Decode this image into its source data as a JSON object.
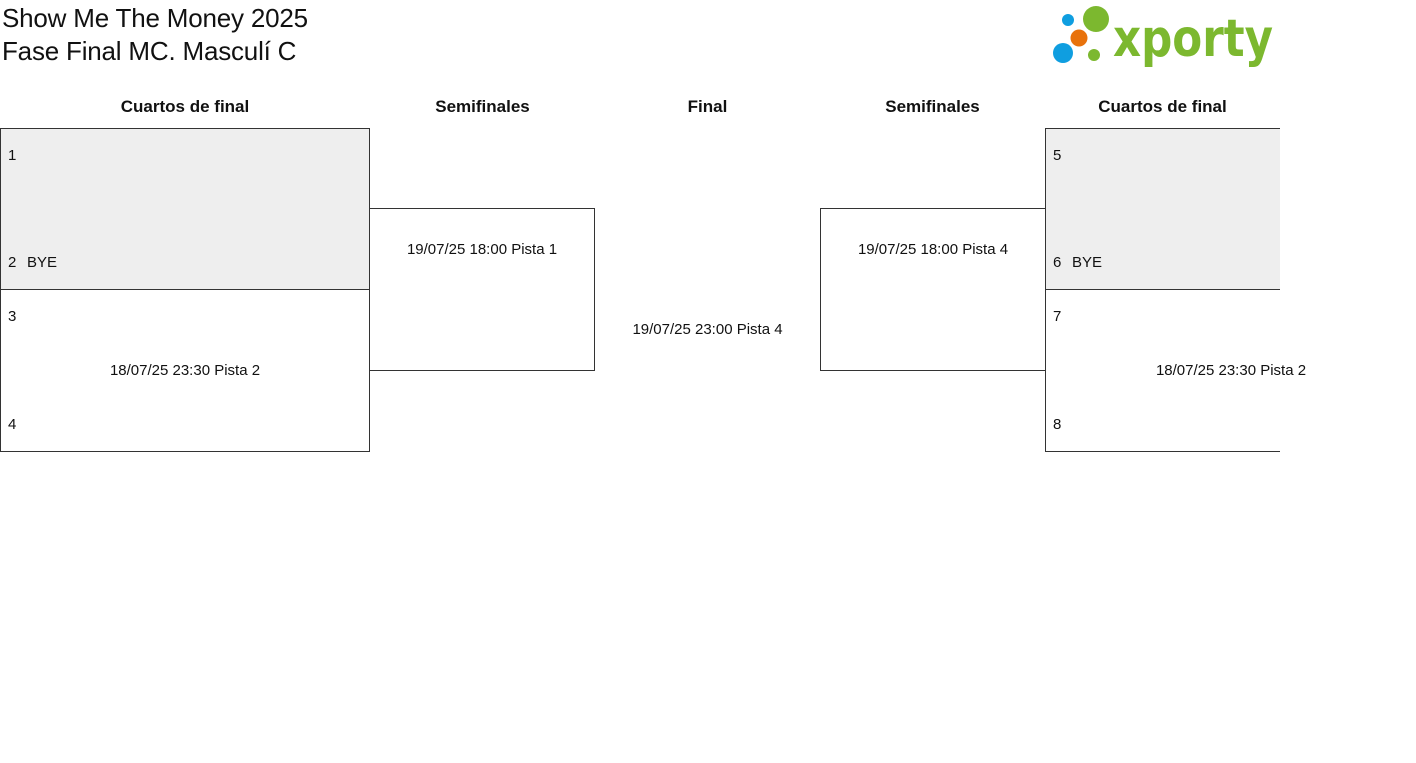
{
  "header": {
    "title_line1": "Show Me The Money 2025",
    "title_line2": "Fase Final MC. Masculí C"
  },
  "logo": {
    "text": "xporty",
    "colors": {
      "green": "#7cb82f",
      "blue": "#0f9ee0",
      "orange": "#e8720c"
    }
  },
  "columns": {
    "left_quarterfinals": "Cuartos de final",
    "left_semifinals": "Semifinales",
    "final": "Final",
    "right_semifinals": "Semifinales",
    "right_quarterfinals": "Cuartos de final"
  },
  "bracket": {
    "left_qf": [
      {
        "top_seed": "1",
        "top_name": "",
        "bottom_seed": "2",
        "bottom_name": "BYE",
        "info": ""
      },
      {
        "top_seed": "3",
        "top_name": "",
        "bottom_seed": "4",
        "bottom_name": "",
        "info": "18/07/25 23:30 Pista 2"
      }
    ],
    "left_sf": {
      "info": "19/07/25 18:00 Pista 1"
    },
    "final": {
      "info": "19/07/25 23:00 Pista 4"
    },
    "right_sf": {
      "info": "19/07/25 18:00 Pista 4"
    },
    "right_qf": [
      {
        "top_seed": "5",
        "top_name": "",
        "bottom_seed": "6",
        "bottom_name": "BYE",
        "info": ""
      },
      {
        "top_seed": "7",
        "top_name": "",
        "bottom_seed": "8",
        "bottom_name": "",
        "info": "18/07/25 23:30 Pista 2"
      }
    ]
  },
  "colors": {
    "bye_background": "#eeeeee",
    "border": "#333333"
  }
}
